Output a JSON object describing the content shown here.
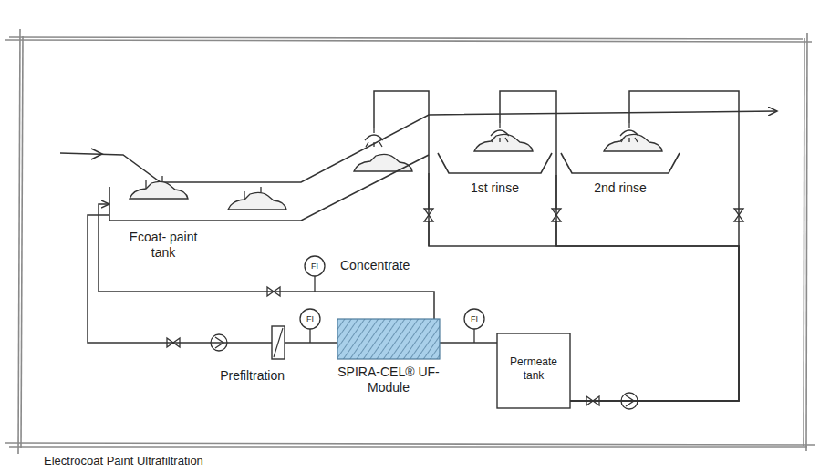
{
  "diagram": {
    "caption": "Electrocoat Paint Ultrafiltration",
    "nodes": [
      {
        "text": [
          "Ecoat- paint tank"
        ]
      },
      {
        "text": [
          "1st rinse"
        ]
      },
      {
        "text": [
          "2nd rinse"
        ]
      },
      {
        "text": [
          "Prefiltration"
        ]
      },
      {
        "text": [
          "SPIRA-CEL® UF-Module"
        ]
      },
      {
        "text": [
          "Permeate tank"
        ]
      },
      {
        "text": [
          "FI"
        ]
      },
      {
        "text": [
          "FI"
        ]
      },
      {
        "text": [
          "FI"
        ]
      }
    ],
    "edges": [
      {
        "from": 0,
        "to": 3,
        "arrow": "none"
      },
      {
        "from": 3,
        "to": 4,
        "arrow": "none"
      },
      {
        "from": 4,
        "to": 5,
        "arrow": "none"
      },
      {
        "from": 4,
        "to": 0,
        "arrow": "to"
      },
      {
        "from": 5,
        "to": 2,
        "arrow": "none"
      },
      {
        "from": 5,
        "to": 1,
        "arrow": "none"
      },
      {
        "from": 5,
        "to": 0,
        "arrow": "none"
      }
    ],
    "labels": [
      "Concentrate"
    ]
  }
}
